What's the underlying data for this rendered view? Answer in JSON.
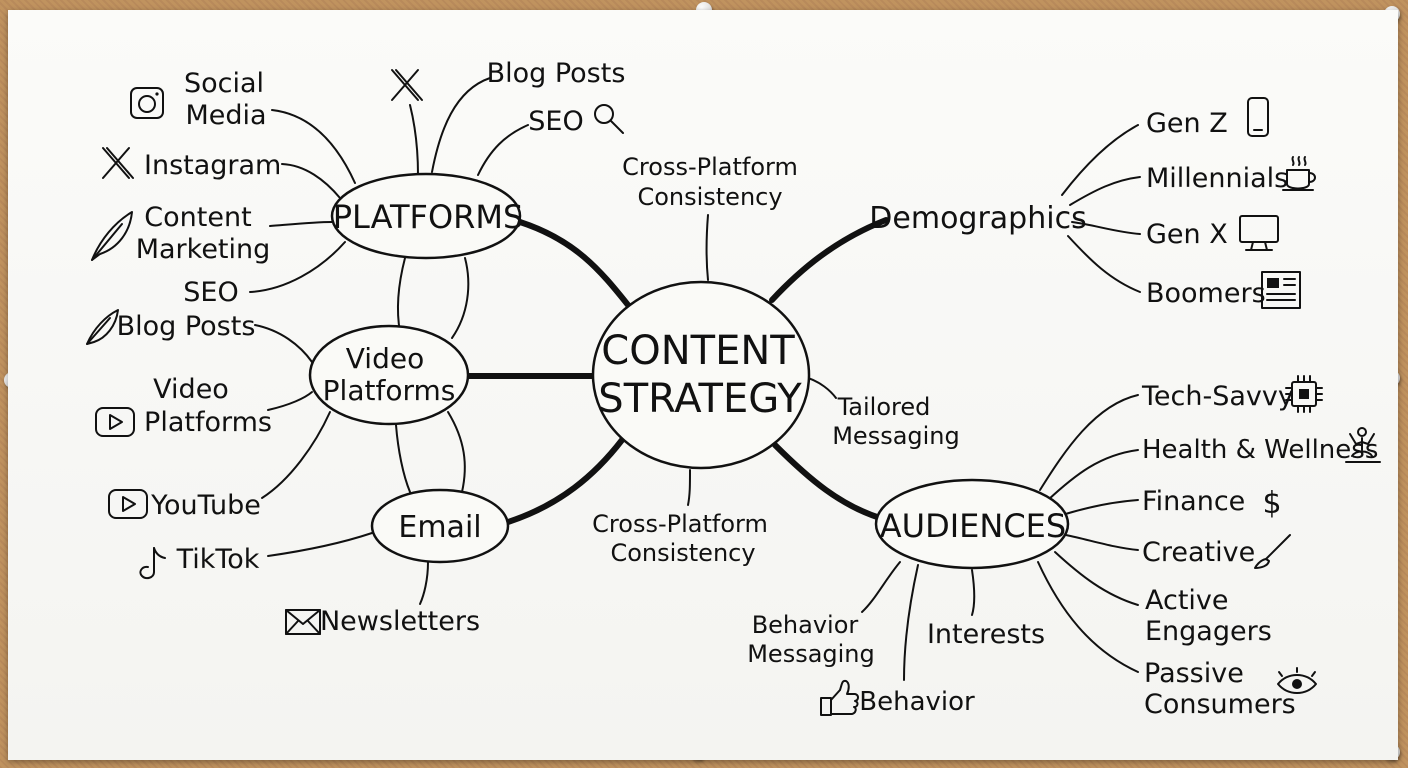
{
  "center": {
    "line1": "CONTENT",
    "line2": "STRATEGY"
  },
  "hubs": {
    "platforms": "PLATFORMS",
    "video": {
      "line1": "Video",
      "line2": "Platforms"
    },
    "email": "Email",
    "demographics": "Demographics",
    "audiences": "AUDIENCES"
  },
  "links": {
    "cross_top": {
      "line1": "Cross-Platform",
      "line2": "Consistency"
    },
    "cross_bottom": {
      "line1": "Cross-Platform",
      "line2": "Consistency"
    },
    "tailored": {
      "line1": "Tailored",
      "line2": "Messaging"
    }
  },
  "platforms_leaves": {
    "social": {
      "line1": "Social",
      "line2": "Media"
    },
    "instagram": "Instagram",
    "content_marketing": {
      "line1": "Content",
      "line2": "Marketing"
    },
    "seo_left": "SEO",
    "blog_posts_top": "Blog Posts",
    "seo_top": "SEO"
  },
  "video_leaves": {
    "blog_posts": "Blog Posts",
    "video_platforms": {
      "line1": "Video",
      "line2": "Platforms"
    },
    "youtube": "YouTube"
  },
  "email_leaves": {
    "tiktok": "TikTok",
    "newsletters": "Newsletters"
  },
  "demographics_leaves": {
    "genz": "Gen Z",
    "millennials": "Millennials",
    "genx": "Gen X",
    "boomers": "Boomers"
  },
  "audiences_leaves": {
    "tech": "Tech-Savvy",
    "health": "Health & Wellness",
    "finance": "Finance",
    "creative": "Creative",
    "active": {
      "line1": "Active",
      "line2": "Engagers"
    },
    "passive": {
      "line1": "Passive",
      "line2": "Consumers"
    },
    "interests": "Interests",
    "behavior_messaging": {
      "line1": "Behavior",
      "line2": "Messaging"
    },
    "behavior": "Behavior"
  },
  "icons": [
    "camera-icon",
    "x-logo-icon",
    "feather-icon",
    "magnifier-icon",
    "play-button-icon",
    "tiktok-note-icon",
    "envelope-icon",
    "phone-icon",
    "coffee-cup-icon",
    "monitor-icon",
    "newspaper-icon",
    "chip-icon",
    "meditation-icon",
    "dollar-icon",
    "paintbrush-icon",
    "eye-icon",
    "thumbs-up-icon"
  ],
  "colors": {
    "ink": "#111111",
    "paper": "#f8f8f5",
    "cork": "#b98a5c"
  }
}
